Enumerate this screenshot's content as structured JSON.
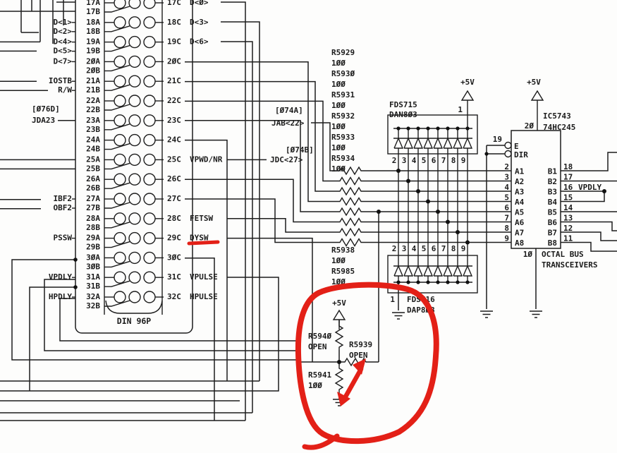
{
  "annotation_color": "#e32017",
  "connector": {
    "name": "DIN 96P",
    "rows": [
      {
        "a": "17A",
        "b": "17B",
        "c": "17C",
        "la": "",
        "lb": "",
        "cs": "D<Ø>"
      },
      {
        "a": "18A",
        "b": "18B",
        "c": "18C",
        "la": "D<1>",
        "lb": "D<2>",
        "cs": "D<3>"
      },
      {
        "a": "19A",
        "b": "19B",
        "c": "19C",
        "la": "D<4>",
        "lb": "D<5>",
        "cs": "D<6>"
      },
      {
        "a": "2ØA",
        "b": "2ØB",
        "c": "2ØC",
        "la": "D<7>",
        "lb": "",
        "cs": ""
      },
      {
        "a": "21A",
        "b": "21B",
        "c": "21C",
        "la": "IOSTB",
        "lb": "R/W",
        "cs": ""
      },
      {
        "a": "22A",
        "b": "22B",
        "c": "22C",
        "la": "",
        "lb": "",
        "cs": ""
      },
      {
        "a": "23A",
        "b": "23B",
        "c": "23C",
        "la": "",
        "lb": "",
        "cs": ""
      },
      {
        "a": "24A",
        "b": "24B",
        "c": "24C",
        "la": "",
        "lb": "",
        "cs": ""
      },
      {
        "a": "25A",
        "b": "25B",
        "c": "25C",
        "la": "",
        "lb": "",
        "cs": "VPWD/NR"
      },
      {
        "a": "26A",
        "b": "26B",
        "c": "26C",
        "la": "",
        "lb": "",
        "cs": ""
      },
      {
        "a": "27A",
        "b": "27B",
        "c": "27C",
        "la": "IBF2",
        "lb": "OBF2",
        "cs": ""
      },
      {
        "a": "28A",
        "b": "28B",
        "c": "28C",
        "la": "",
        "lb": "",
        "cs": "FETSW"
      },
      {
        "a": "29A",
        "b": "29B",
        "c": "29C",
        "la": "PSSW",
        "lb": "",
        "cs": "DYSW"
      },
      {
        "a": "3ØA",
        "b": "3ØB",
        "c": "3ØC",
        "la": "",
        "lb": "",
        "cs": ""
      },
      {
        "a": "31A",
        "b": "31B",
        "c": "31C",
        "la": "VPDLY",
        "lb": "",
        "cs": "VPULSE"
      },
      {
        "a": "32A",
        "b": "32B",
        "c": "32C",
        "la": "HPDLY",
        "lb": "",
        "cs": "HPULSE"
      }
    ]
  },
  "ref_labels": {
    "l076d": "[Ø76D]",
    "jda23": "JDA23",
    "l074a": "[Ø74A]",
    "jab22": "JAB<22>",
    "l074b": "[Ø74B]",
    "jdc27": "JDC<27>"
  },
  "resistor_bank": [
    {
      "ref": "R5929",
      "val": "1ØØ"
    },
    {
      "ref": "R593Ø",
      "val": "1ØØ"
    },
    {
      "ref": "R5931",
      "val": "1ØØ"
    },
    {
      "ref": "R5932",
      "val": "1ØØ"
    },
    {
      "ref": "R5933",
      "val": "1ØØ"
    },
    {
      "ref": "R5934",
      "val": "1ØØ"
    },
    {
      "ref": "R5938",
      "val": "1ØØ"
    },
    {
      "ref": "R5985",
      "val": "1ØØ"
    }
  ],
  "open_network": {
    "r5940_ref": "R594Ø",
    "r5940_val": "OPEN",
    "r5939_ref": "R5939",
    "r5939_val": "OPEN",
    "r5941_ref": "R5941",
    "r5941_val": "1ØØ",
    "supply": "+5V"
  },
  "diode_arrays": {
    "top": {
      "part": "FDS715",
      "type": "DAN8Ø3",
      "pin1": "1",
      "pins": [
        "2",
        "3",
        "4",
        "5",
        "6",
        "7",
        "8",
        "9"
      ],
      "supply": "+5V"
    },
    "bottom": {
      "part": "FDS716",
      "type": "DAP8Ø3",
      "pin1": "1",
      "pins": [
        "2",
        "3",
        "4",
        "5",
        "6",
        "7",
        "8",
        "9"
      ]
    }
  },
  "ic": {
    "ref": "IC5743",
    "part": "74HC245",
    "supply": "+5V",
    "pin20": "2Ø",
    "pin19": "19",
    "pin10": "1Ø",
    "enable": "E",
    "dir": "DIR",
    "desc1": "OCTAL BUS",
    "desc2": "TRANSCEIVERS",
    "a_pins": [
      {
        "num": "2",
        "name": "A1"
      },
      {
        "num": "3",
        "name": "A2"
      },
      {
        "num": "4",
        "name": "A3"
      },
      {
        "num": "5",
        "name": "A4"
      },
      {
        "num": "6",
        "name": "A5"
      },
      {
        "num": "7",
        "name": "A6"
      },
      {
        "num": "8",
        "name": "A7"
      },
      {
        "num": "9",
        "name": "A8"
      }
    ],
    "b_pins": [
      {
        "num": "18",
        "name": "B1",
        "sig": ""
      },
      {
        "num": "17",
        "name": "B2",
        "sig": ""
      },
      {
        "num": "16",
        "name": "B3",
        "sig": "VPDLY"
      },
      {
        "num": "15",
        "name": "B4",
        "sig": ""
      },
      {
        "num": "14",
        "name": "B5",
        "sig": ""
      },
      {
        "num": "13",
        "name": "B6",
        "sig": ""
      },
      {
        "num": "12",
        "name": "B7",
        "sig": ""
      },
      {
        "num": "11",
        "name": "B8",
        "sig": ""
      }
    ]
  }
}
